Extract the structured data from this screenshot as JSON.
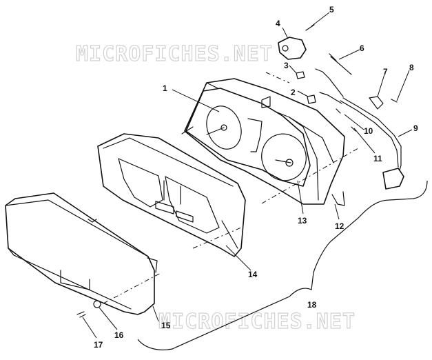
{
  "watermark": "MICROFICHES.NET",
  "callouts": {
    "c1": "1",
    "c2": "2",
    "c3": "3",
    "c4": "4",
    "c5": "5",
    "c6": "6",
    "c7": "7",
    "c8": "8",
    "c9": "9",
    "c10": "10",
    "c11": "11",
    "c12": "12",
    "c13": "13",
    "c14": "14",
    "c15": "15",
    "c16": "16",
    "c17": "17",
    "c18": "18"
  }
}
